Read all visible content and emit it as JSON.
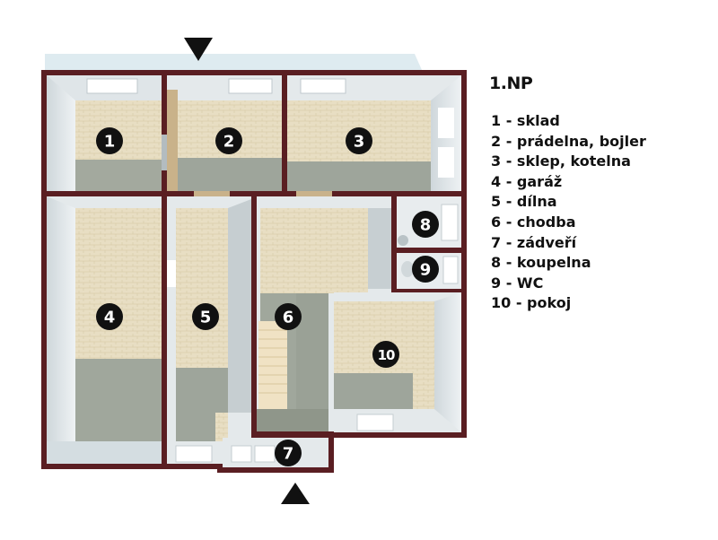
{
  "floor_label": "1.NP",
  "rooms": [
    {
      "number": "1",
      "name": "sklad"
    },
    {
      "number": "2",
      "name": "prádelna, bojler"
    },
    {
      "number": "3",
      "name": "sklep, kotelna"
    },
    {
      "number": "4",
      "name": "garáž"
    },
    {
      "number": "5",
      "name": "dílna"
    },
    {
      "number": "6",
      "name": "chodba"
    },
    {
      "number": "7",
      "name": "zádveří"
    },
    {
      "number": "8",
      "name": "koupelna"
    },
    {
      "number": "9",
      "name": "WC"
    },
    {
      "number": "10",
      "name": "pokoj"
    }
  ],
  "colors": {
    "wall": "#5a1e22",
    "floor_wood": "#e6dcc0",
    "floor_shadow": "#9ca39a",
    "inner_wall": "#dfe5e8",
    "window": "#ffffff",
    "marker": "#111111"
  },
  "entrance_markers": [
    "top-arrow",
    "bottom-arrow"
  ]
}
